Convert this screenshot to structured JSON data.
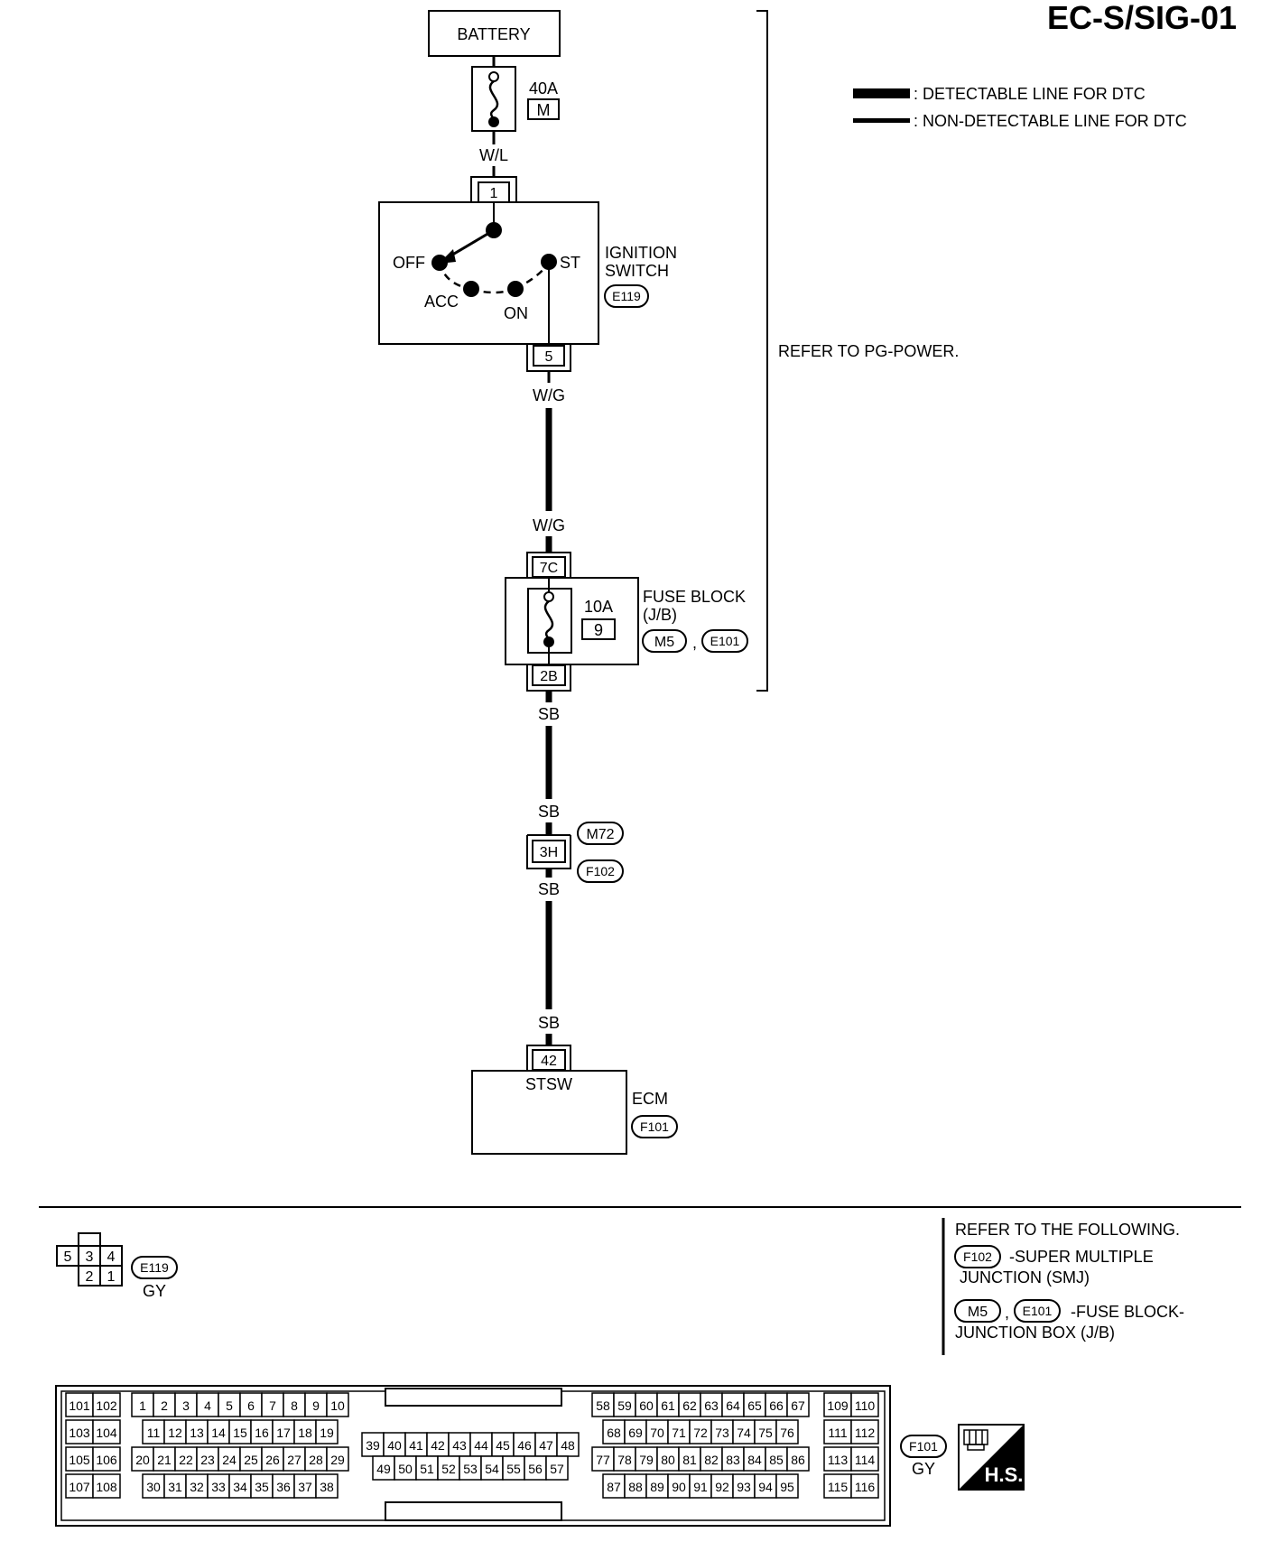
{
  "page": {
    "title": "EC-S/SIG-01"
  },
  "legend": {
    "detectable": ": DETECTABLE LINE FOR DTC",
    "non_detectable": ": NON-DETECTABLE LINE FOR DTC"
  },
  "battery": {
    "label": "BATTERY",
    "fuse_rating": "40A",
    "fuse_id": "M"
  },
  "wires": {
    "batt_to_ign": "W/L",
    "ign_out": "W/G",
    "fuse_in": "W/G",
    "fuse_out": "SB",
    "smj_in": "SB",
    "smj_out": "SB",
    "ecm_in": "SB"
  },
  "ignition": {
    "label_line1": "IGNITION",
    "label_line2": "SWITCH",
    "connector": "E119",
    "pin_in": "1",
    "pin_out": "5",
    "positions": {
      "off": "OFF",
      "acc": "ACC",
      "on": "ON",
      "st": "ST"
    }
  },
  "refer_pg": "REFER TO PG-POWER.",
  "fuse_block": {
    "label_line1": "FUSE BLOCK",
    "label_line2": "(J/B)",
    "rating": "10A",
    "fuse_no": "9",
    "pin_in": "7C",
    "pin_out": "2B",
    "connectors": [
      "M5",
      "E101"
    ],
    "separator": ","
  },
  "smj": {
    "pin": "3H",
    "connector_top": "M72",
    "connector_bottom": "F102"
  },
  "ecm": {
    "label": "ECM",
    "pin": "42",
    "terminal": "STSW",
    "connector": "F101"
  },
  "connector_e119": {
    "id": "E119",
    "color": "GY",
    "pins_top": [
      "5",
      "3",
      "4"
    ],
    "pins_bottom": [
      "2",
      "1"
    ]
  },
  "refer_following": {
    "heading": "REFER TO THE FOLLOWING.",
    "item1_conn": "F102",
    "item1_line1": "-SUPER MULTIPLE",
    "item1_line2": "JUNCTION (SMJ)",
    "item2_conn1": "M5",
    "item2_sep": ",",
    "item2_conn2": "E101",
    "item2_line1": "-FUSE BLOCK-",
    "item2_line2": "JUNCTION BOX (J/B)"
  },
  "connector_f101": {
    "id": "F101",
    "color": "GY",
    "hs_label": "H.S.",
    "left_pairs": [
      [
        "101",
        "102"
      ],
      [
        "103",
        "104"
      ],
      [
        "105",
        "106"
      ],
      [
        "107",
        "108"
      ]
    ],
    "right_pairs": [
      [
        "109",
        "110"
      ],
      [
        "111",
        "112"
      ],
      [
        "113",
        "114"
      ],
      [
        "115",
        "116"
      ]
    ],
    "group_a": {
      "row1": [
        "1",
        "2",
        "3",
        "4",
        "5",
        "6",
        "7",
        "8",
        "9",
        "10"
      ],
      "row2": [
        "11",
        "12",
        "13",
        "14",
        "15",
        "16",
        "17",
        "18",
        "19"
      ],
      "row3": [
        "20",
        "21",
        "22",
        "23",
        "24",
        "25",
        "26",
        "27",
        "28",
        "29"
      ],
      "row4": [
        "30",
        "31",
        "32",
        "33",
        "34",
        "35",
        "36",
        "37",
        "38"
      ]
    },
    "group_b": {
      "row1": [
        "39",
        "40",
        "41",
        "42",
        "43",
        "44",
        "45",
        "46",
        "47",
        "48"
      ],
      "row2": [
        "49",
        "50",
        "51",
        "52",
        "53",
        "54",
        "55",
        "56",
        "57"
      ]
    },
    "group_c": {
      "row1": [
        "58",
        "59",
        "60",
        "61",
        "62",
        "63",
        "64",
        "65",
        "66",
        "67"
      ],
      "row2": [
        "68",
        "69",
        "70",
        "71",
        "72",
        "73",
        "74",
        "75",
        "76"
      ],
      "row3": [
        "77",
        "78",
        "79",
        "80",
        "81",
        "82",
        "83",
        "84",
        "85",
        "86"
      ],
      "row4": [
        "87",
        "88",
        "89",
        "90",
        "91",
        "92",
        "93",
        "94",
        "95"
      ]
    }
  }
}
